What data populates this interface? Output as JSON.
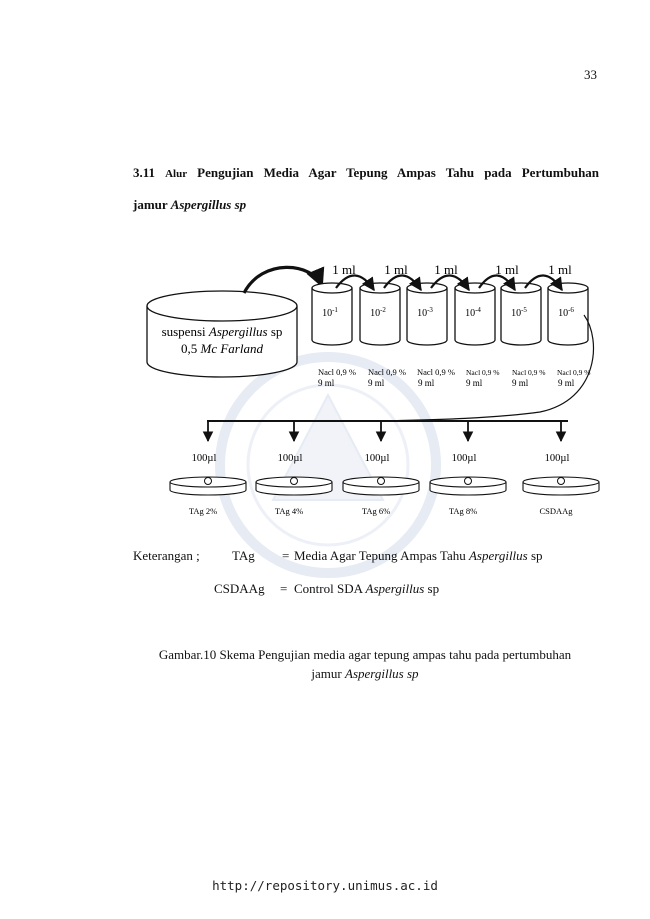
{
  "page_number": "33",
  "heading": {
    "number": "3.11",
    "word_alur": "Alur",
    "line1_rest": [
      "Pengujian",
      "Media",
      "Agar",
      "Tepung",
      "Ampas",
      "Tahu",
      "pada",
      "Pertumbuhan"
    ],
    "line2_plain": "jamur",
    "line2_italic": "Aspergillus sp"
  },
  "diagram": {
    "transfer_labels": [
      "1 ml",
      "1 ml",
      "1 ml",
      "1 ml",
      "1 ml"
    ],
    "suspension": {
      "line1_plain": "suspensi ",
      "line1_italic": "Aspergillus",
      "line1_tail": " sp",
      "line2_plain": "0,5 ",
      "line2_italic": "Mc Farland"
    },
    "tubes": [
      {
        "base": "10",
        "exp": "-1",
        "nacl": "Nacl 0,9 %",
        "vol": "9 ml"
      },
      {
        "base": "10",
        "exp": "-2",
        "nacl": "Nacl 0,9 %",
        "vol": "9 ml"
      },
      {
        "base": "10",
        "exp": "-3",
        "nacl": "Nacl 0,9 %",
        "vol": "9 ml"
      },
      {
        "base": "10",
        "exp": "-4",
        "nacl": "Nacl 0,9 %",
        "vol": "9 ml"
      },
      {
        "base": "10",
        "exp": "-5",
        "nacl": "Nacl 0,9 %",
        "vol": "9 ml"
      },
      {
        "base": "10",
        "exp": "-6",
        "nacl": "Nacl 0,9 %",
        "vol": "9 ml"
      }
    ],
    "dishes": [
      {
        "volume": "100µl",
        "label": "TAg 2%"
      },
      {
        "volume": "100µl",
        "label": "TAg 4%"
      },
      {
        "volume": "100µl",
        "label": "TAg 6%"
      },
      {
        "volume": "100µl",
        "label": "TAg 8%"
      },
      {
        "volume": "100µl",
        "label": "CSDAAg"
      }
    ]
  },
  "legend": {
    "title": "Keterangan ;",
    "rows": [
      {
        "term": "TAg",
        "eq": "=",
        "desc_plain": "Media Agar Tepung Ampas Tahu ",
        "desc_italic": "Aspergillus",
        "desc_tail": " sp"
      },
      {
        "term": "CSDAAg",
        "eq": "=",
        "desc_plain": "Control SDA ",
        "desc_italic": "Aspergillus",
        "desc_tail": " sp"
      }
    ]
  },
  "caption": {
    "line1": "Gambar.10 Skema Pengujian media agar tepung ampas tahu pada pertumbuhan",
    "line2_plain": "jamur ",
    "line2_italic": "Aspergillus sp"
  },
  "footer_url": "http://repository.unimus.ac.id",
  "colors": {
    "ink": "#111111",
    "watermark": "#e3e8f3"
  }
}
